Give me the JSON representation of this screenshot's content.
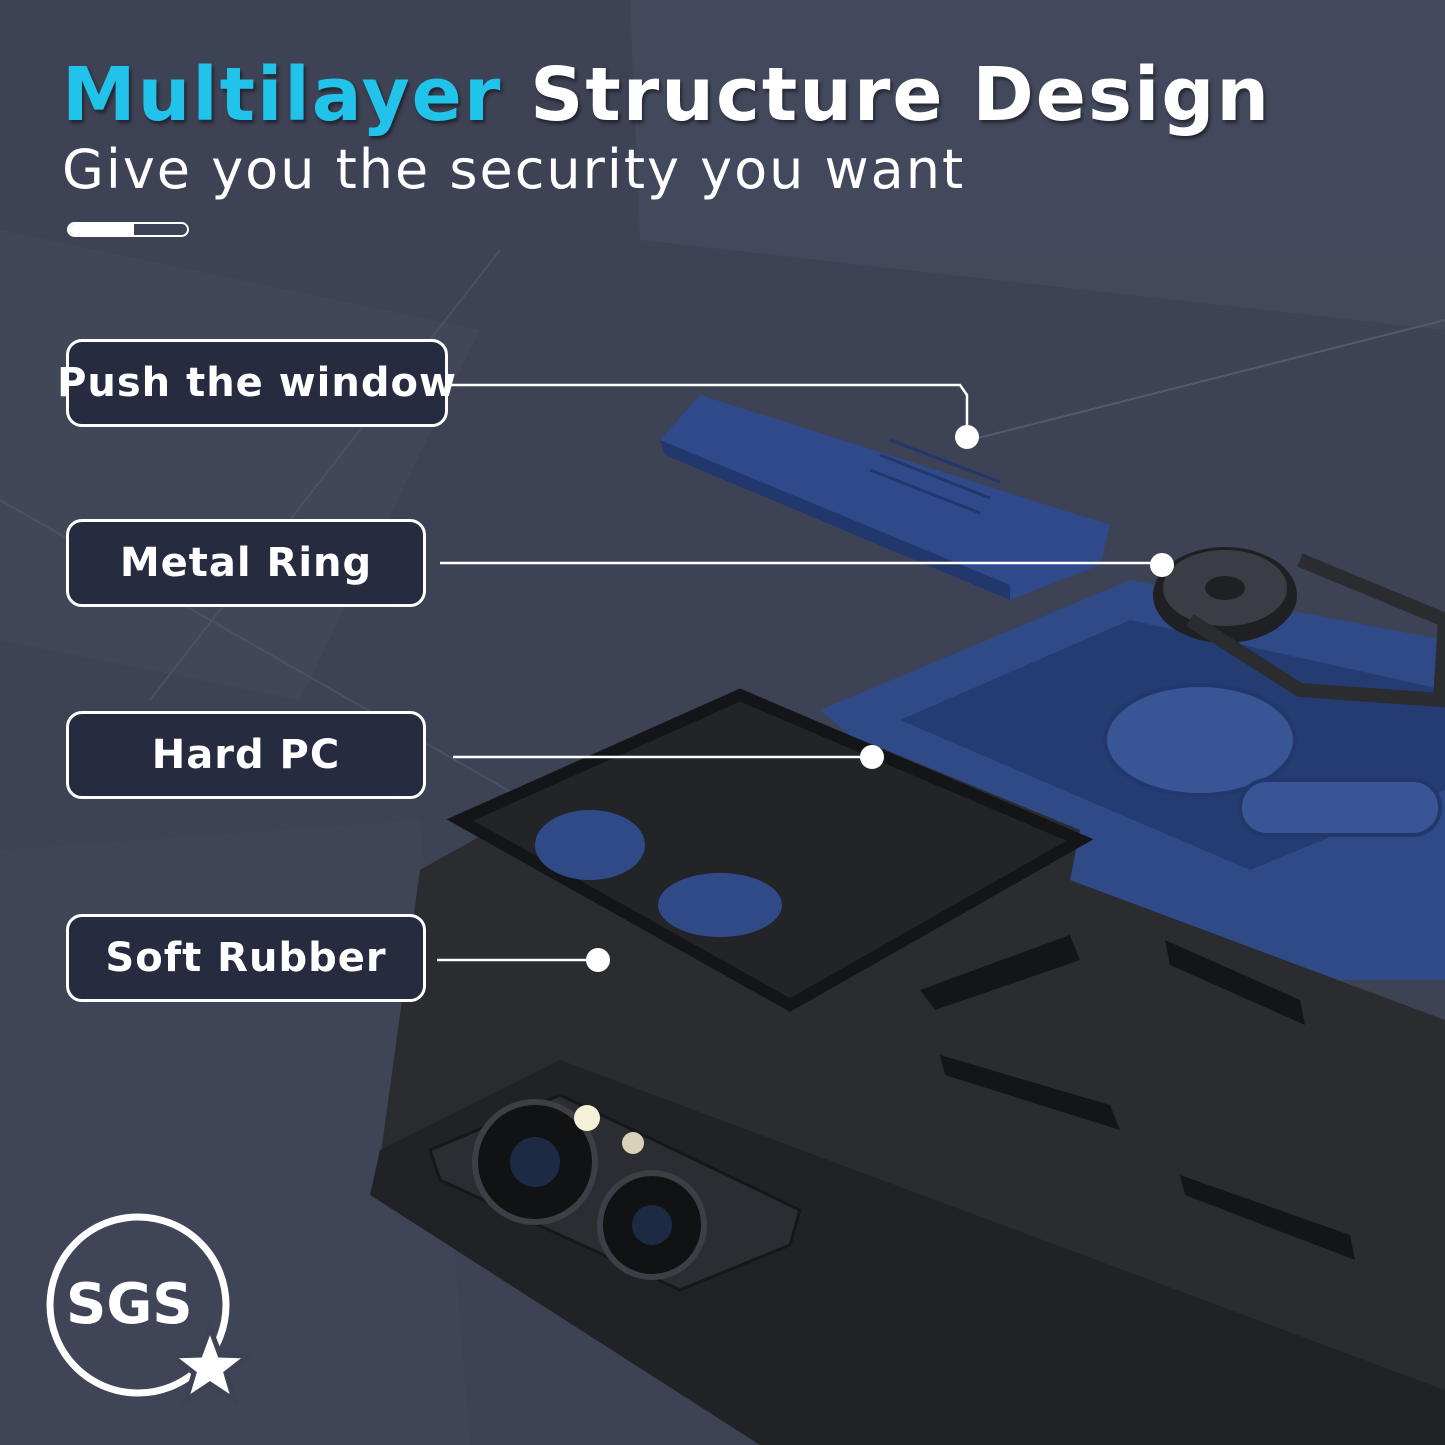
{
  "header": {
    "title_accent": "Multilayer",
    "title_rest": "Structure Design",
    "subtitle": "Give you the security you want",
    "progress_fraction": 0.55
  },
  "layers": [
    {
      "label": "Push the window"
    },
    {
      "label": "Metal Ring"
    },
    {
      "label": "Hard PC"
    },
    {
      "label": "Soft Rubber"
    }
  ],
  "badge": {
    "text": "SGS"
  },
  "colors": {
    "accent": "#22c3ea",
    "background": "#3d4254",
    "label_fill": "#272b40",
    "case_blue": "#2f4a86"
  }
}
